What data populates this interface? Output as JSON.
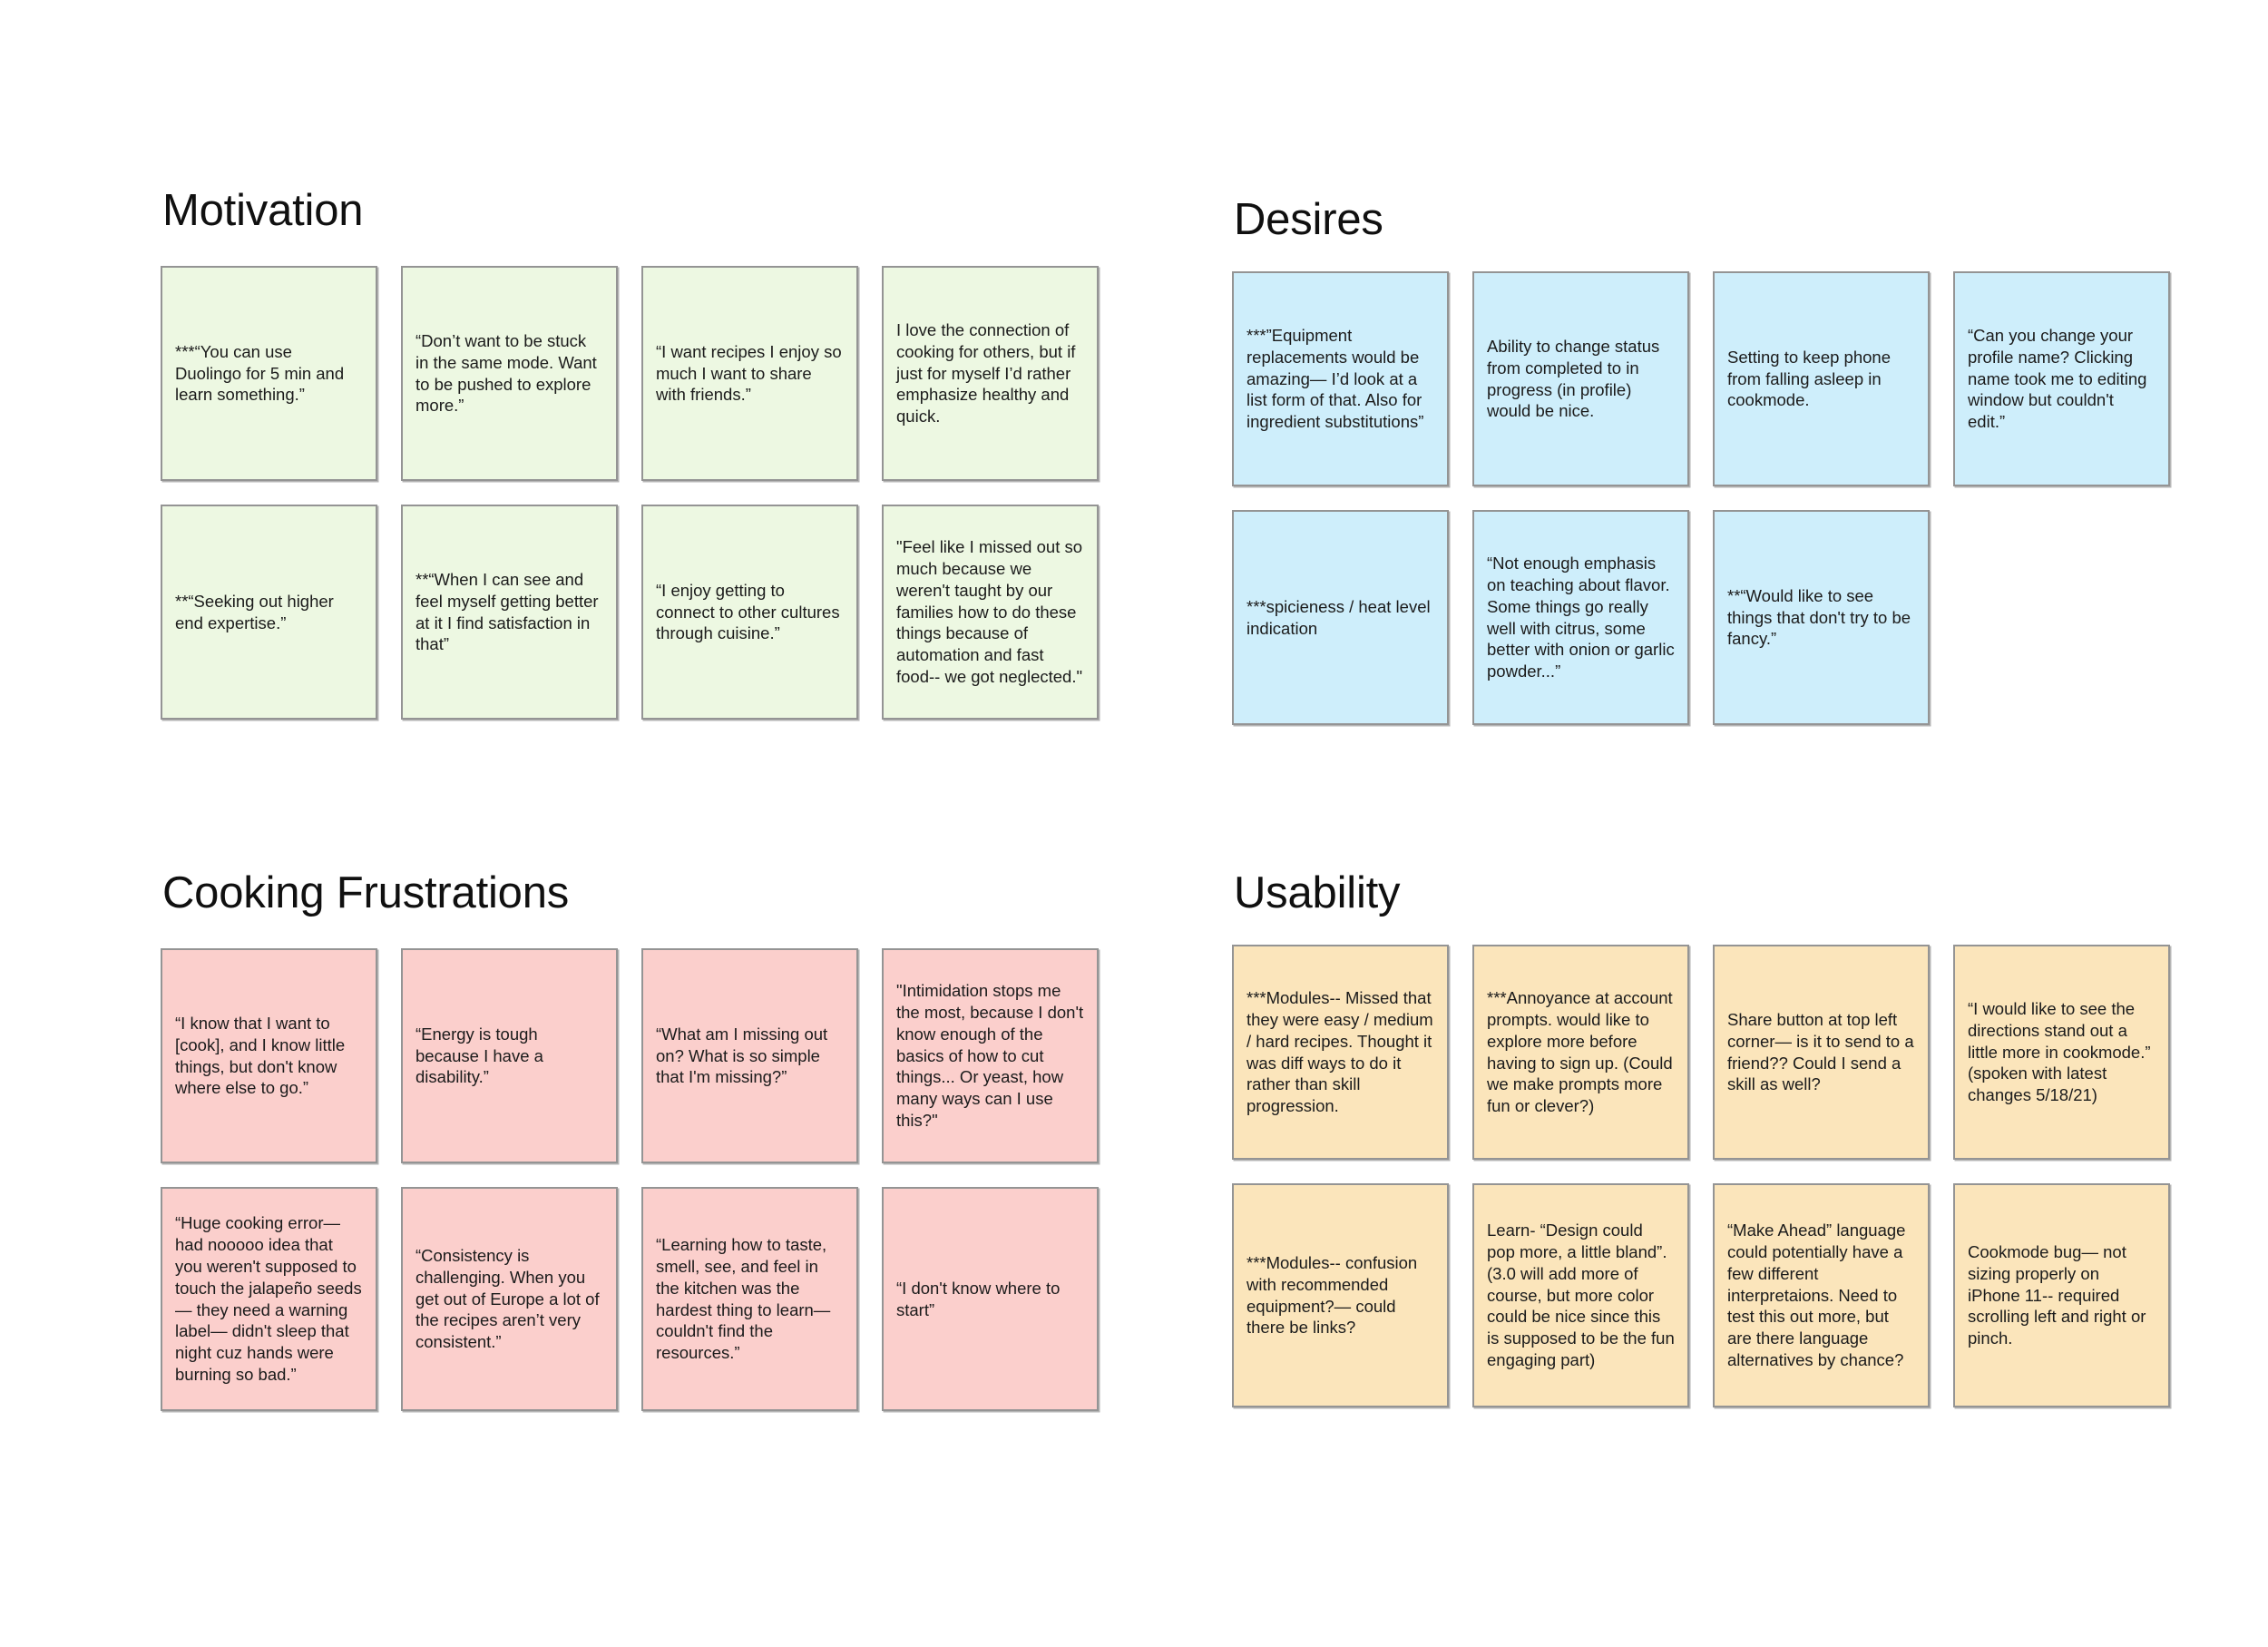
{
  "board": {
    "colors": {
      "green": "#edf8e2",
      "blue": "#ceeefb",
      "pink": "#fbcfcc",
      "orange": "#fbe5bb",
      "card_border": "#949494",
      "background": "#ffffff",
      "text": "#1b1b1b"
    }
  },
  "sections": [
    {
      "id": "motivation",
      "title": "Motivation",
      "color": "green",
      "rows": [
        [
          {
            "text": "***“You can use Duolingo for 5 min and learn something.”"
          },
          {
            "text": "“Don’t want to be stuck in the same mode. Want to be pushed to explore more.”"
          },
          {
            "text": "“I want recipes I enjoy so much I want to share with friends.”"
          },
          {
            "text": "I love the connection of cooking for others, but if just for myself I’d rather emphasize healthy and quick."
          }
        ],
        [
          {
            "text": "**“Seeking out higher end expertise.”"
          },
          {
            "text": "**“When I can see and feel myself getting better at it I find satisfaction in that”"
          },
          {
            "text": "“I enjoy getting to connect to other cultures through cuisine.”"
          },
          {
            "text": "\"Feel like I missed out so much because we weren't taught by our families how to do these things because of automation and fast food-- we got neglected.\""
          }
        ]
      ]
    },
    {
      "id": "desires",
      "title": "Desires",
      "color": "blue",
      "rows": [
        [
          {
            "text": "***”Equipment replacements would be amazing— I’d look at a list form of that. Also for ingredient substitutions”"
          },
          {
            "text": "Ability to change status from completed to in progress (in profile) would be nice."
          },
          {
            "text": "Setting to keep phone from falling asleep in cookmode."
          },
          {
            "text": "“Can you change your profile name? Clicking name took me to editing window but couldn't edit.”"
          }
        ],
        [
          {
            "text": "***spicieness / heat level indication"
          },
          {
            "text": "“Not enough emphasis on teaching about flavor. Some things go really well with citrus, some better with onion or garlic powder...”"
          },
          {
            "text": "**“Would like to see things that don't try to be fancy.”"
          }
        ]
      ]
    },
    {
      "id": "cooking-frustrations",
      "title": "Cooking Frustrations",
      "color": "pink",
      "rows": [
        [
          {
            "text": "“I know that I want to [cook], and I know little things, but don't know where else to go.”"
          },
          {
            "text": "“Energy is tough because I have a disability.”"
          },
          {
            "text": "“What am I missing out on? What is so simple that I'm missing?”"
          },
          {
            "text": "\"Intimidation stops me the most, because I don't know enough of the basics of how to cut things... Or yeast, how many ways can I use this?\""
          }
        ],
        [
          {
            "text": "“Huge cooking error— had nooooo idea that you weren't supposed to touch the jalapeño seeds— they need a warning label— didn't sleep that night cuz hands were burning so bad.”"
          },
          {
            "text": "“Consistency is challenging. When you get out of Europe a lot of the recipes aren’t very consistent.”"
          },
          {
            "text": "“Learning how to taste, smell, see, and feel in the kitchen was the hardest thing to learn— couldn't find the resources.”"
          },
          {
            "text": "“I don't know where to start”"
          }
        ]
      ]
    },
    {
      "id": "usability",
      "title": "Usability",
      "color": "orange",
      "rows": [
        [
          {
            "text": "***Modules-- Missed that they were easy / medium / hard recipes. Thought it was diff ways to do it rather than skill progression."
          },
          {
            "text": "***Annoyance at account prompts. would like to explore more before having to sign up. (Could we make prompts more fun or clever?)"
          },
          {
            "text": "Share button at top left corner— is it to send to a friend?? Could I send a skill as well?"
          },
          {
            "text": "“I would like to see the directions stand out a little more in cookmode.” (spoken with latest changes 5/18/21)"
          }
        ],
        [
          {
            "text": "***Modules-- confusion with recommended equipment?— could there be links?"
          },
          {
            "text": "Learn- “Design could pop more, a little bland”. (3.0 will add more of course, but  more color could be nice since this is supposed to be the fun engaging part)"
          },
          {
            "text": "“Make Ahead” language could potentially have a few different interpretaions. Need to test this out more, but are there language alternatives by chance?"
          },
          {
            "text": "Cookmode bug— not sizing properly on iPhone 11-- required scrolling left and right or pinch."
          }
        ]
      ]
    }
  ]
}
